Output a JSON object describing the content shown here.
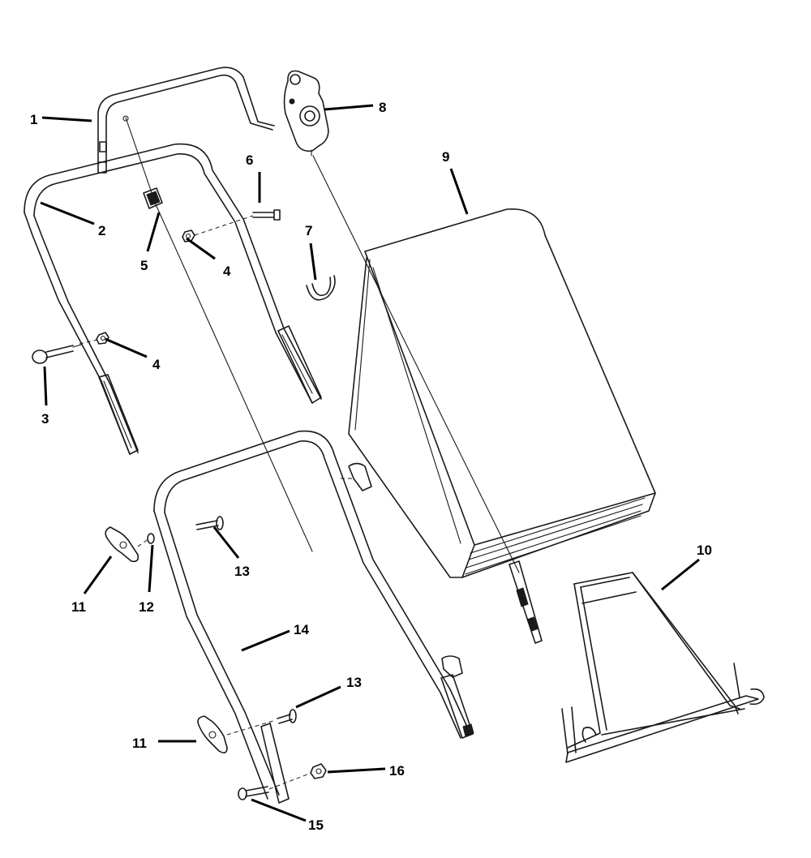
{
  "callouts": {
    "c1": "1",
    "c2": "2",
    "c3": "3",
    "c4a": "4",
    "c4b": "4",
    "c5": "5",
    "c6": "6",
    "c7": "7",
    "c8": "8",
    "c9": "9",
    "c10": "10",
    "c11a": "11",
    "c11b": "11",
    "c12": "12",
    "c13a": "13",
    "c13b": "13",
    "c14": "14",
    "c15": "15",
    "c16": "16"
  }
}
